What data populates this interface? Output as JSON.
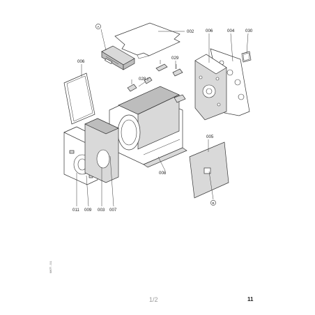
{
  "document": {
    "page_fraction": "1/2",
    "page_number": "11",
    "doc_code": "6W77 - 001"
  },
  "labels": {
    "p002": "002",
    "p006_top": "006",
    "p004": "004",
    "p030": "030",
    "p006_left": "006",
    "p029": "029",
    "p028": "028",
    "p005": "005",
    "p008": "008",
    "p011": "011",
    "p009": "009",
    "p003": "003",
    "p007": "007"
  },
  "markers": {
    "a": "A",
    "b": "B"
  }
}
